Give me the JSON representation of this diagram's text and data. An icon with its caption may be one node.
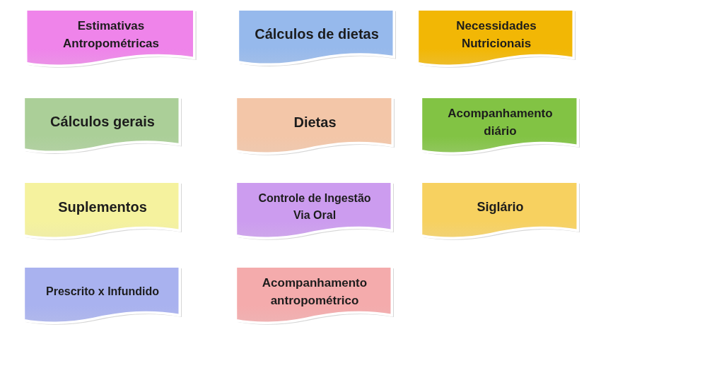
{
  "diagram": {
    "nodes": [
      {
        "text": [
          "Estimativas Antropométricas"
        ]
      },
      {
        "text": [
          "Cálculos de dietas"
        ]
      },
      {
        "text": [
          "Necessidades Nutricionais"
        ]
      },
      {
        "text": [
          "Cálculos gerais"
        ]
      },
      {
        "text": [
          "Dietas"
        ]
      },
      {
        "text": [
          "Acompanhamento diário"
        ]
      },
      {
        "text": [
          "Suplementos"
        ]
      },
      {
        "text": [
          "Controle de Ingestão Via Oral"
        ]
      },
      {
        "text": [
          "Siglário"
        ]
      },
      {
        "text": [
          "Prescrito x Infundido"
        ]
      },
      {
        "text": [
          "Acompanhamento antropométrico"
        ]
      }
    ]
  }
}
